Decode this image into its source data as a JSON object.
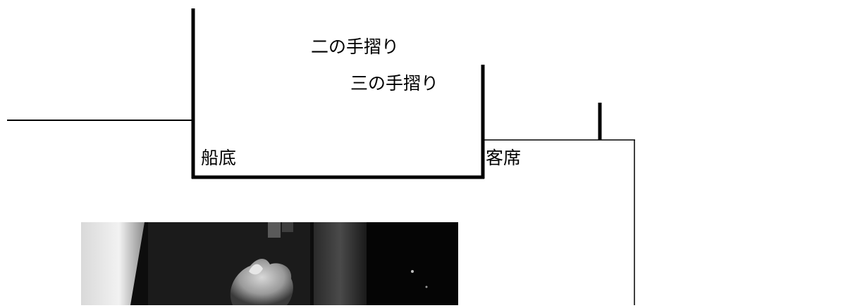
{
  "labels": {
    "second_rail": "二の手摺り",
    "third_rail": "三の手摺り",
    "stage_floor": "船底",
    "audience": "客席"
  },
  "photo": {
    "description": "",
    "tone": "grayscale"
  },
  "colors": {
    "line": "#000000",
    "background": "#ffffff"
  }
}
